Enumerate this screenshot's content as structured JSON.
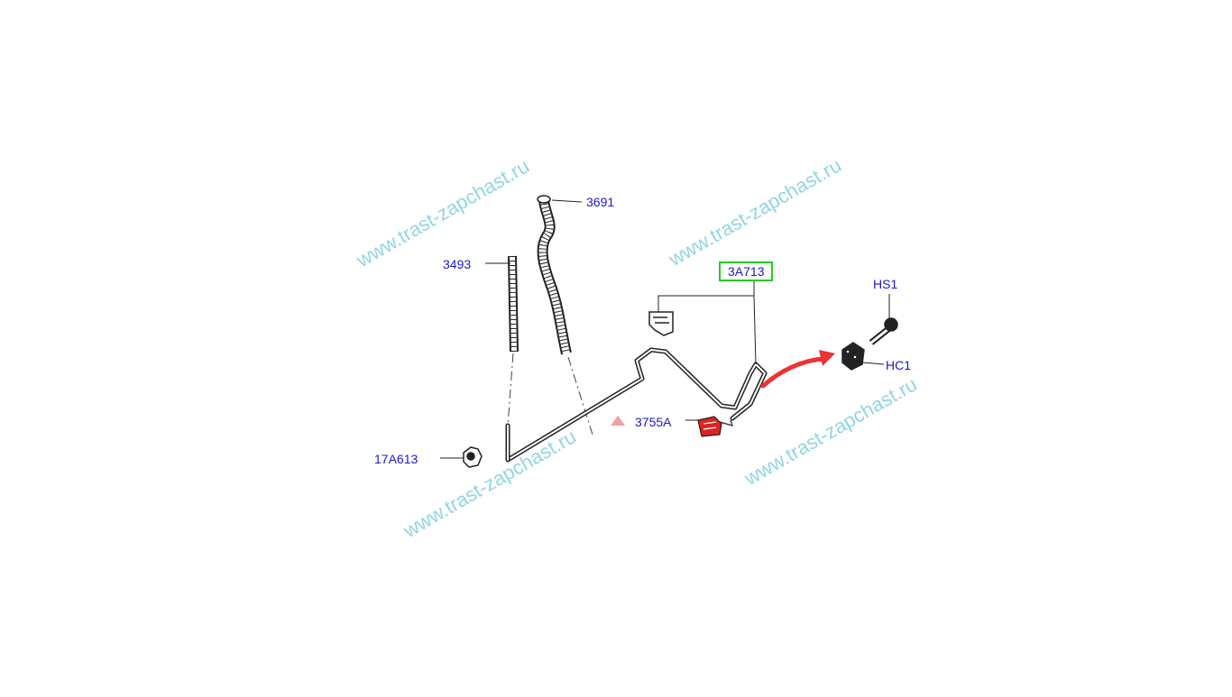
{
  "diagram": {
    "parts": [
      {
        "id": "3691",
        "label": "3691"
      },
      {
        "id": "3493",
        "label": "3493"
      },
      {
        "id": "3A713",
        "label": "3A713",
        "highlighted": true,
        "highlight_color": "#22cc22"
      },
      {
        "id": "HS1",
        "label": "HS1"
      },
      {
        "id": "HC1",
        "label": "HC1"
      },
      {
        "id": "3755A",
        "label": "3755A"
      },
      {
        "id": "17A613",
        "label": "17A613"
      }
    ],
    "watermark_text": "www.trast-zapchast.ru",
    "colors": {
      "label": "#1a1acc",
      "highlight_box": "#22cc22",
      "arrow": "#ee3333",
      "watermark": "#7fd0dc",
      "highlighted_part": "#dd2222"
    }
  }
}
